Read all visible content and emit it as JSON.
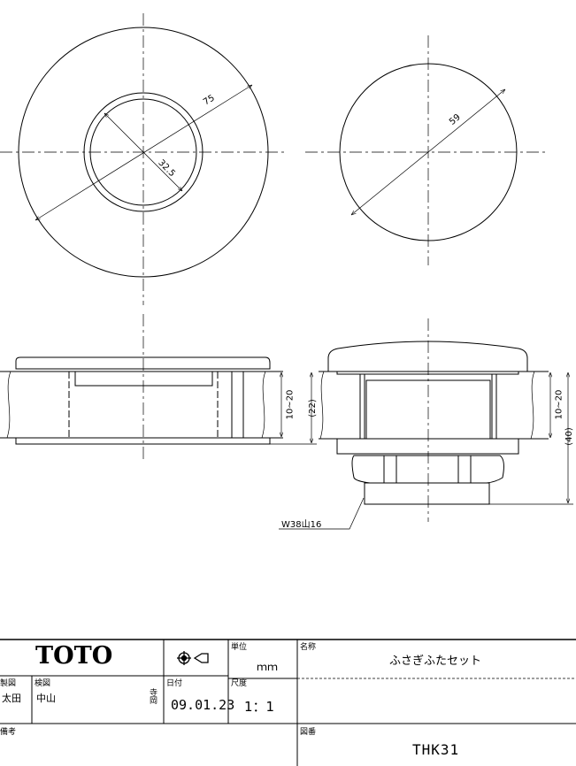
{
  "drawing": {
    "dimensions": {
      "outer_diameter": "75",
      "inner_diameter": "32.5",
      "cap_diameter": "59",
      "wall_range_left": "10~20",
      "height_left": "(22)",
      "wall_range_right": "10~20",
      "height_right": "(40)",
      "thread": "W38山16"
    }
  },
  "title_block": {
    "logo": "TOTO",
    "projection_symbol": "third-angle-projection-icon",
    "unit_label": "単位",
    "unit_value": "ｍｍ",
    "name_label": "名称",
    "name_value": "ふさぎふたセット",
    "drawn_label": "製図",
    "drawn_stamp": "太田",
    "checked_label": "検図",
    "checked_stamp": "中山",
    "approved_stamp": "寺岡",
    "date_label": "日付",
    "date_value": "09.01.23",
    "scale_label": "尺度",
    "scale_value": "1：1",
    "remarks_label": "備考",
    "drawing_no_label": "図番",
    "drawing_no_value": "THK31"
  }
}
